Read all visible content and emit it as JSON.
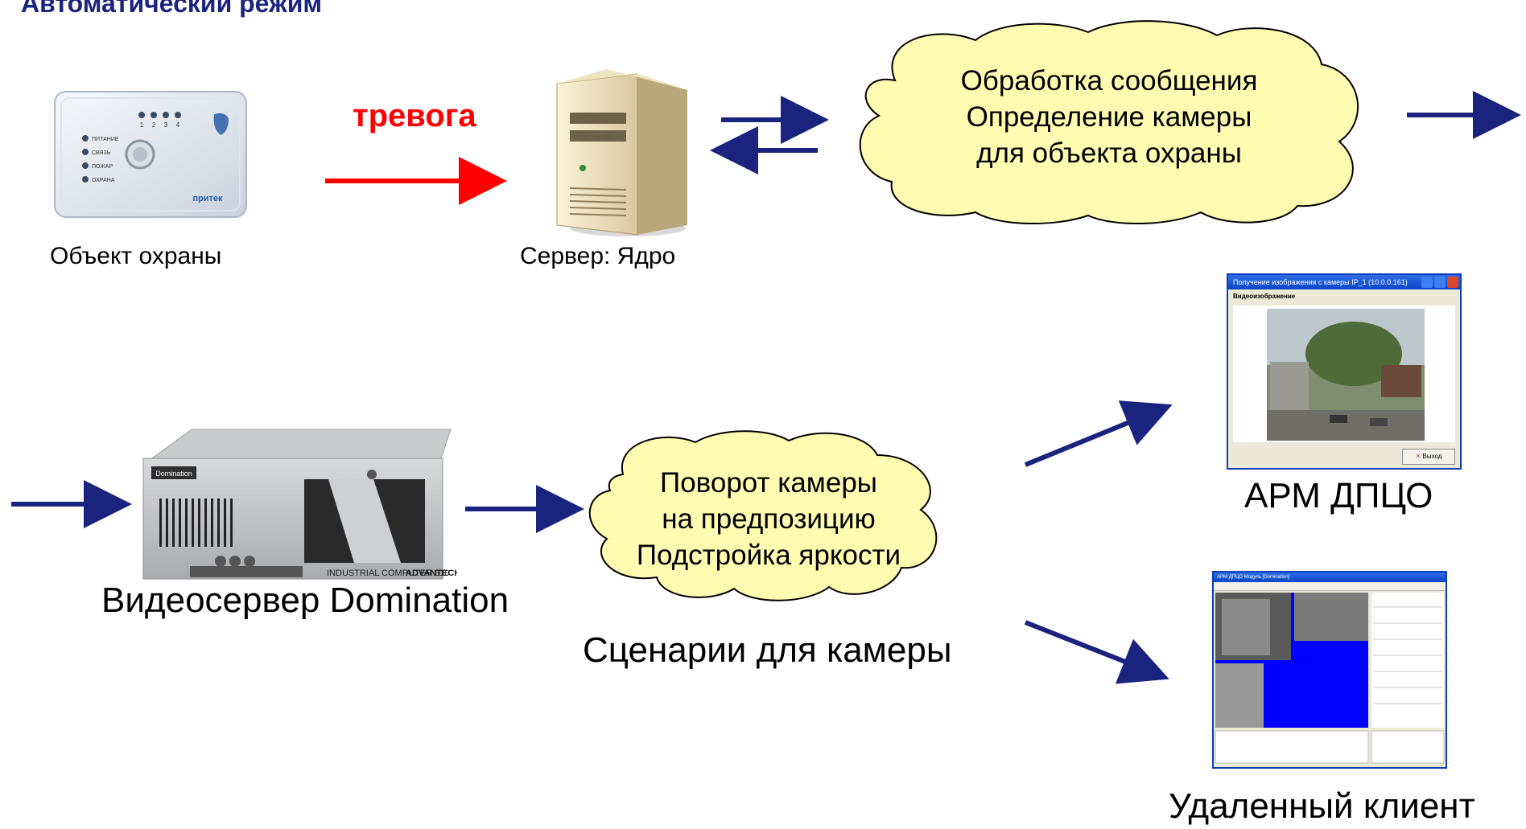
{
  "title": "Автоматический режим",
  "alarm_label": "тревога",
  "nodes": {
    "object": {
      "label": "Объект охраны"
    },
    "server": {
      "label": "Сервер: Ядро"
    },
    "videoserver": {
      "label": "Видеосервер Domination"
    },
    "arm": {
      "label": "АРМ ДПЦО"
    },
    "remote": {
      "label": "Удаленный клиент"
    }
  },
  "cloud1": {
    "lines": [
      "Обработка сообщения",
      "Определение камеры",
      "для объекта охраны"
    ]
  },
  "cloud2": {
    "lines": [
      "Поворот камеры",
      "на предпозицию",
      "Подстройка яркости"
    ]
  },
  "scenario_label": "Сценарии для камеры",
  "device_text": {
    "keypad_brand": "притек",
    "keypad_leds": [
      "ПИТАНИЕ",
      "СВЯЗЬ",
      "ПОЖАР",
      "ОХРАНА"
    ],
    "keypad_indicators": [
      "1",
      "2",
      "3",
      "4"
    ],
    "industrial_brand_left": "Domination",
    "industrial_model": "INDUSTRIAL COMPUTER 610",
    "industrial_brand_right": "ADVANTECH"
  },
  "arm_window": {
    "title": "Получение изображения с камеры IP_1 (10.0.0.161)",
    "section": "Видеоизображение",
    "exit_button": "Выход"
  },
  "remote_window": {
    "title": "АРМ ДПЦО Модуль [Domination]"
  },
  "colors": {
    "arrow": "#1a237e",
    "alarm": "#ff0000",
    "cloud_fill": "#fffbb0",
    "title": "#1a237e"
  }
}
